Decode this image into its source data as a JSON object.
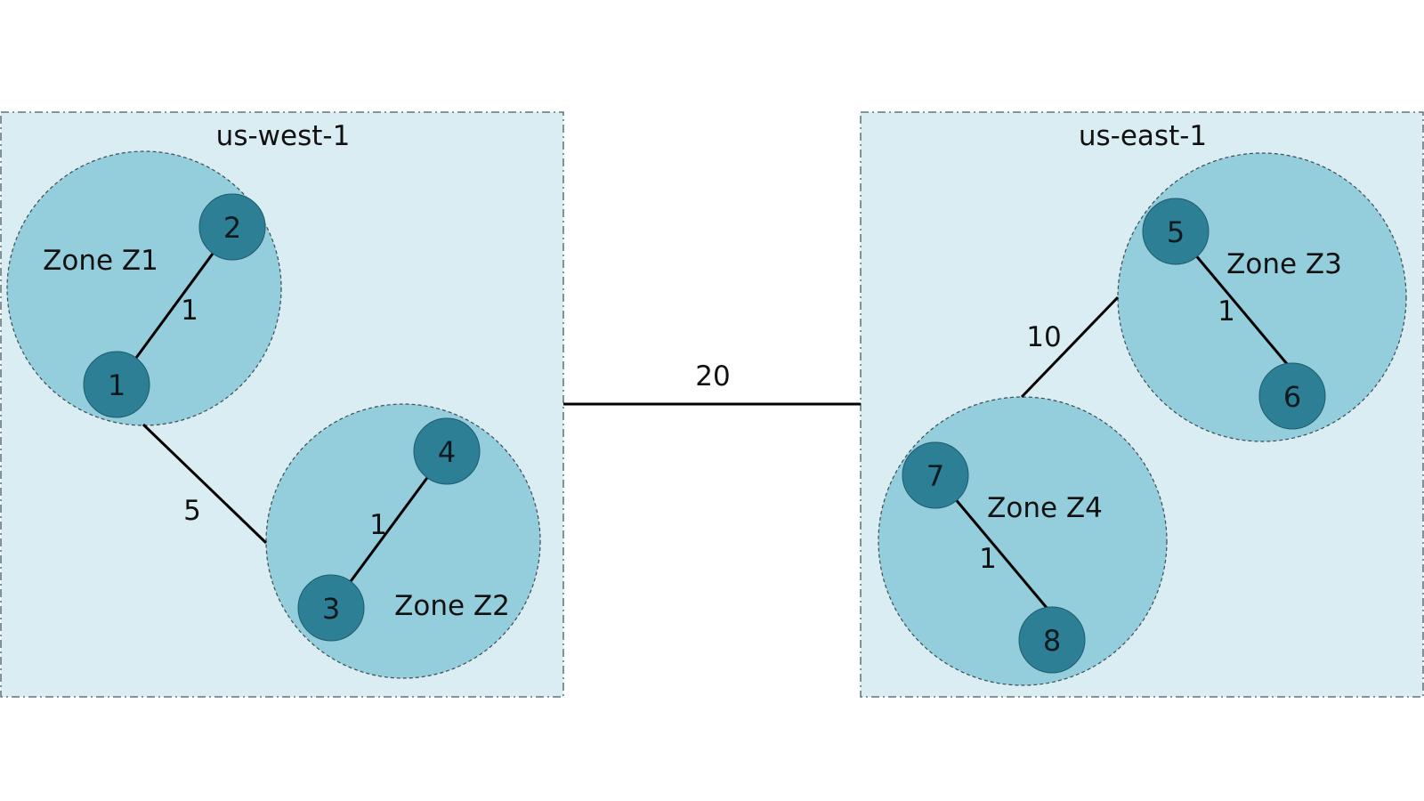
{
  "regions": {
    "west": {
      "label": "us-west-1"
    },
    "east": {
      "label": "us-east-1"
    }
  },
  "zones": {
    "z1": {
      "label": "Zone Z1"
    },
    "z2": {
      "label": "Zone Z2"
    },
    "z3": {
      "label": "Zone Z3"
    },
    "z4": {
      "label": "Zone Z4"
    }
  },
  "nodes": {
    "n1": "1",
    "n2": "2",
    "n3": "3",
    "n4": "4",
    "n5": "5",
    "n6": "6",
    "n7": "7",
    "n8": "8"
  },
  "links": {
    "n1_n2": "1",
    "n3_n4": "1",
    "z1_z2": "5",
    "west_east": "20",
    "z3_z4": "10",
    "n5_n6": "1",
    "n7_n8": "1"
  },
  "colors": {
    "region_fill": "#daedf3",
    "zone_fill": "#94cddb",
    "node_fill": "#2c7f95",
    "link": "#000000"
  }
}
